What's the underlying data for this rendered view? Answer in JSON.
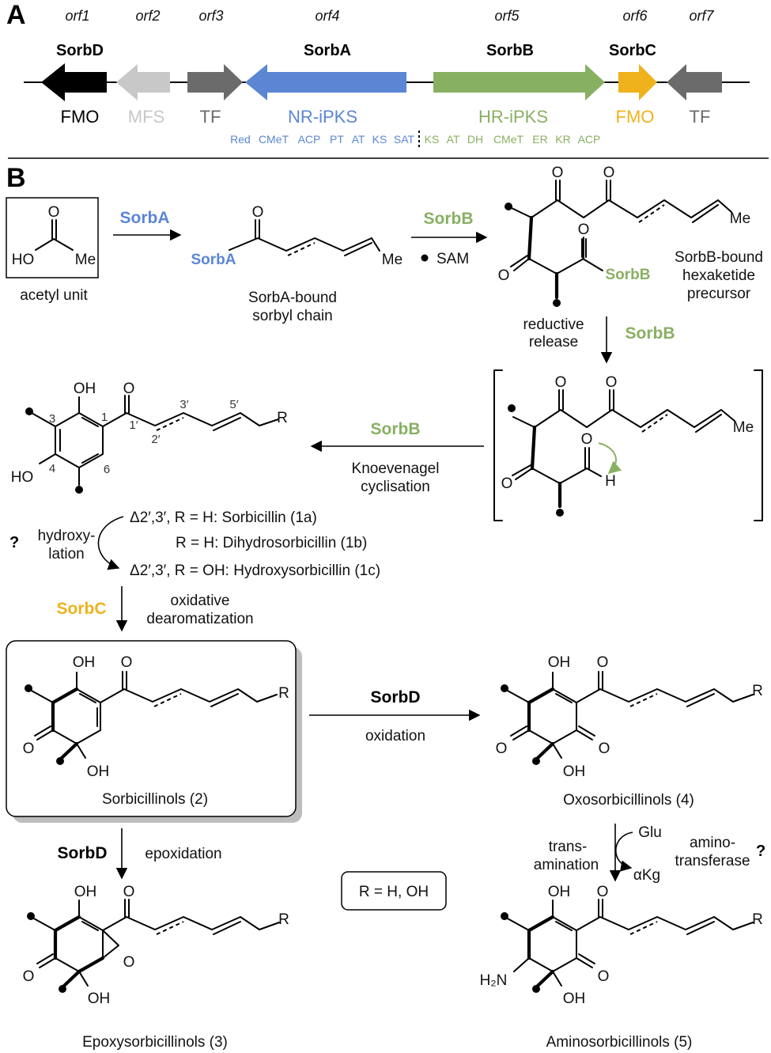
{
  "panel_a": {
    "panel_label": "A",
    "orfs": [
      "orf1",
      "orf2",
      "orf3",
      "orf4",
      "orf5",
      "orf6",
      "orf7"
    ],
    "gene_names": [
      "SorbD",
      "SorbA",
      "SorbB",
      "SorbC"
    ],
    "function_labels": [
      "FMO",
      "MFS",
      "TF",
      "NR-iPKS",
      "HR-iPKS",
      "FMO",
      "TF"
    ],
    "domains_a": [
      "Red",
      "CMeT",
      "ACP",
      "PT",
      "AT",
      "KS",
      "SAT"
    ],
    "domains_b": [
      "KS",
      "AT",
      "DH",
      "CMeT",
      "ER",
      "KR",
      "ACP"
    ],
    "colors": {
      "sorbD": "#000000",
      "mfs": "#c8c8c8",
      "tf": "#6b6b6b",
      "sorbA": "#5b86d4",
      "sorbB": "#88b062",
      "sorbC": "#efb21d"
    }
  },
  "panel_b": {
    "panel_label": "B",
    "acetyl_unit": "acetyl unit",
    "sorbA_label": "SorbA",
    "sorbA_bound": [
      "SorbA-bound",
      "sorbyl chain"
    ],
    "sorbB_label": "SorbB",
    "sam": "SAM",
    "hexaketide": [
      "SorbB-bound",
      "hexaketide",
      "precursor"
    ],
    "reductive_release": [
      "reductive",
      "release"
    ],
    "knoevenagel": [
      "Knoevenagel",
      "cyclisation"
    ],
    "hydroxylation": [
      "hydroxy-",
      "lation"
    ],
    "question": "?",
    "sorbicillin_lines": [
      "Δ2′,3′, R = H: Sorbicillin (1a)",
      "R = H: Dihydrosorbicillin (1b)",
      "Δ2′,3′, R = OH: Hydroxysorbicillin (1c)"
    ],
    "sorbC_label": "SorbC",
    "oxidative_dearomatization": [
      "oxidative",
      "dearomatization"
    ],
    "sorbD_label": "SorbD",
    "oxidation": "oxidation",
    "epoxidation": "epoxidation",
    "r_definition": "R = H, OH",
    "transamination": [
      "trans-",
      "amination"
    ],
    "glu": "Glu",
    "akg": "αKg",
    "aminotransferase": [
      "amino-",
      "transferase"
    ],
    "compounds": {
      "sorbicillinols": "Sorbicillinols (2)",
      "epoxysorbicillinols": "Epoxysorbicillinols (3)",
      "oxosorbicillinols": "Oxosorbicillinols (4)",
      "aminosorbicillinols": "Aminosorbicillinols (5)"
    },
    "atoms": [
      "O",
      "HO",
      "Me",
      "OH",
      "R",
      "H",
      "O",
      "H₂N"
    ],
    "ring_numbers": [
      "1",
      "3",
      "4",
      "6",
      "1′",
      "2′",
      "3′",
      "5′"
    ]
  }
}
